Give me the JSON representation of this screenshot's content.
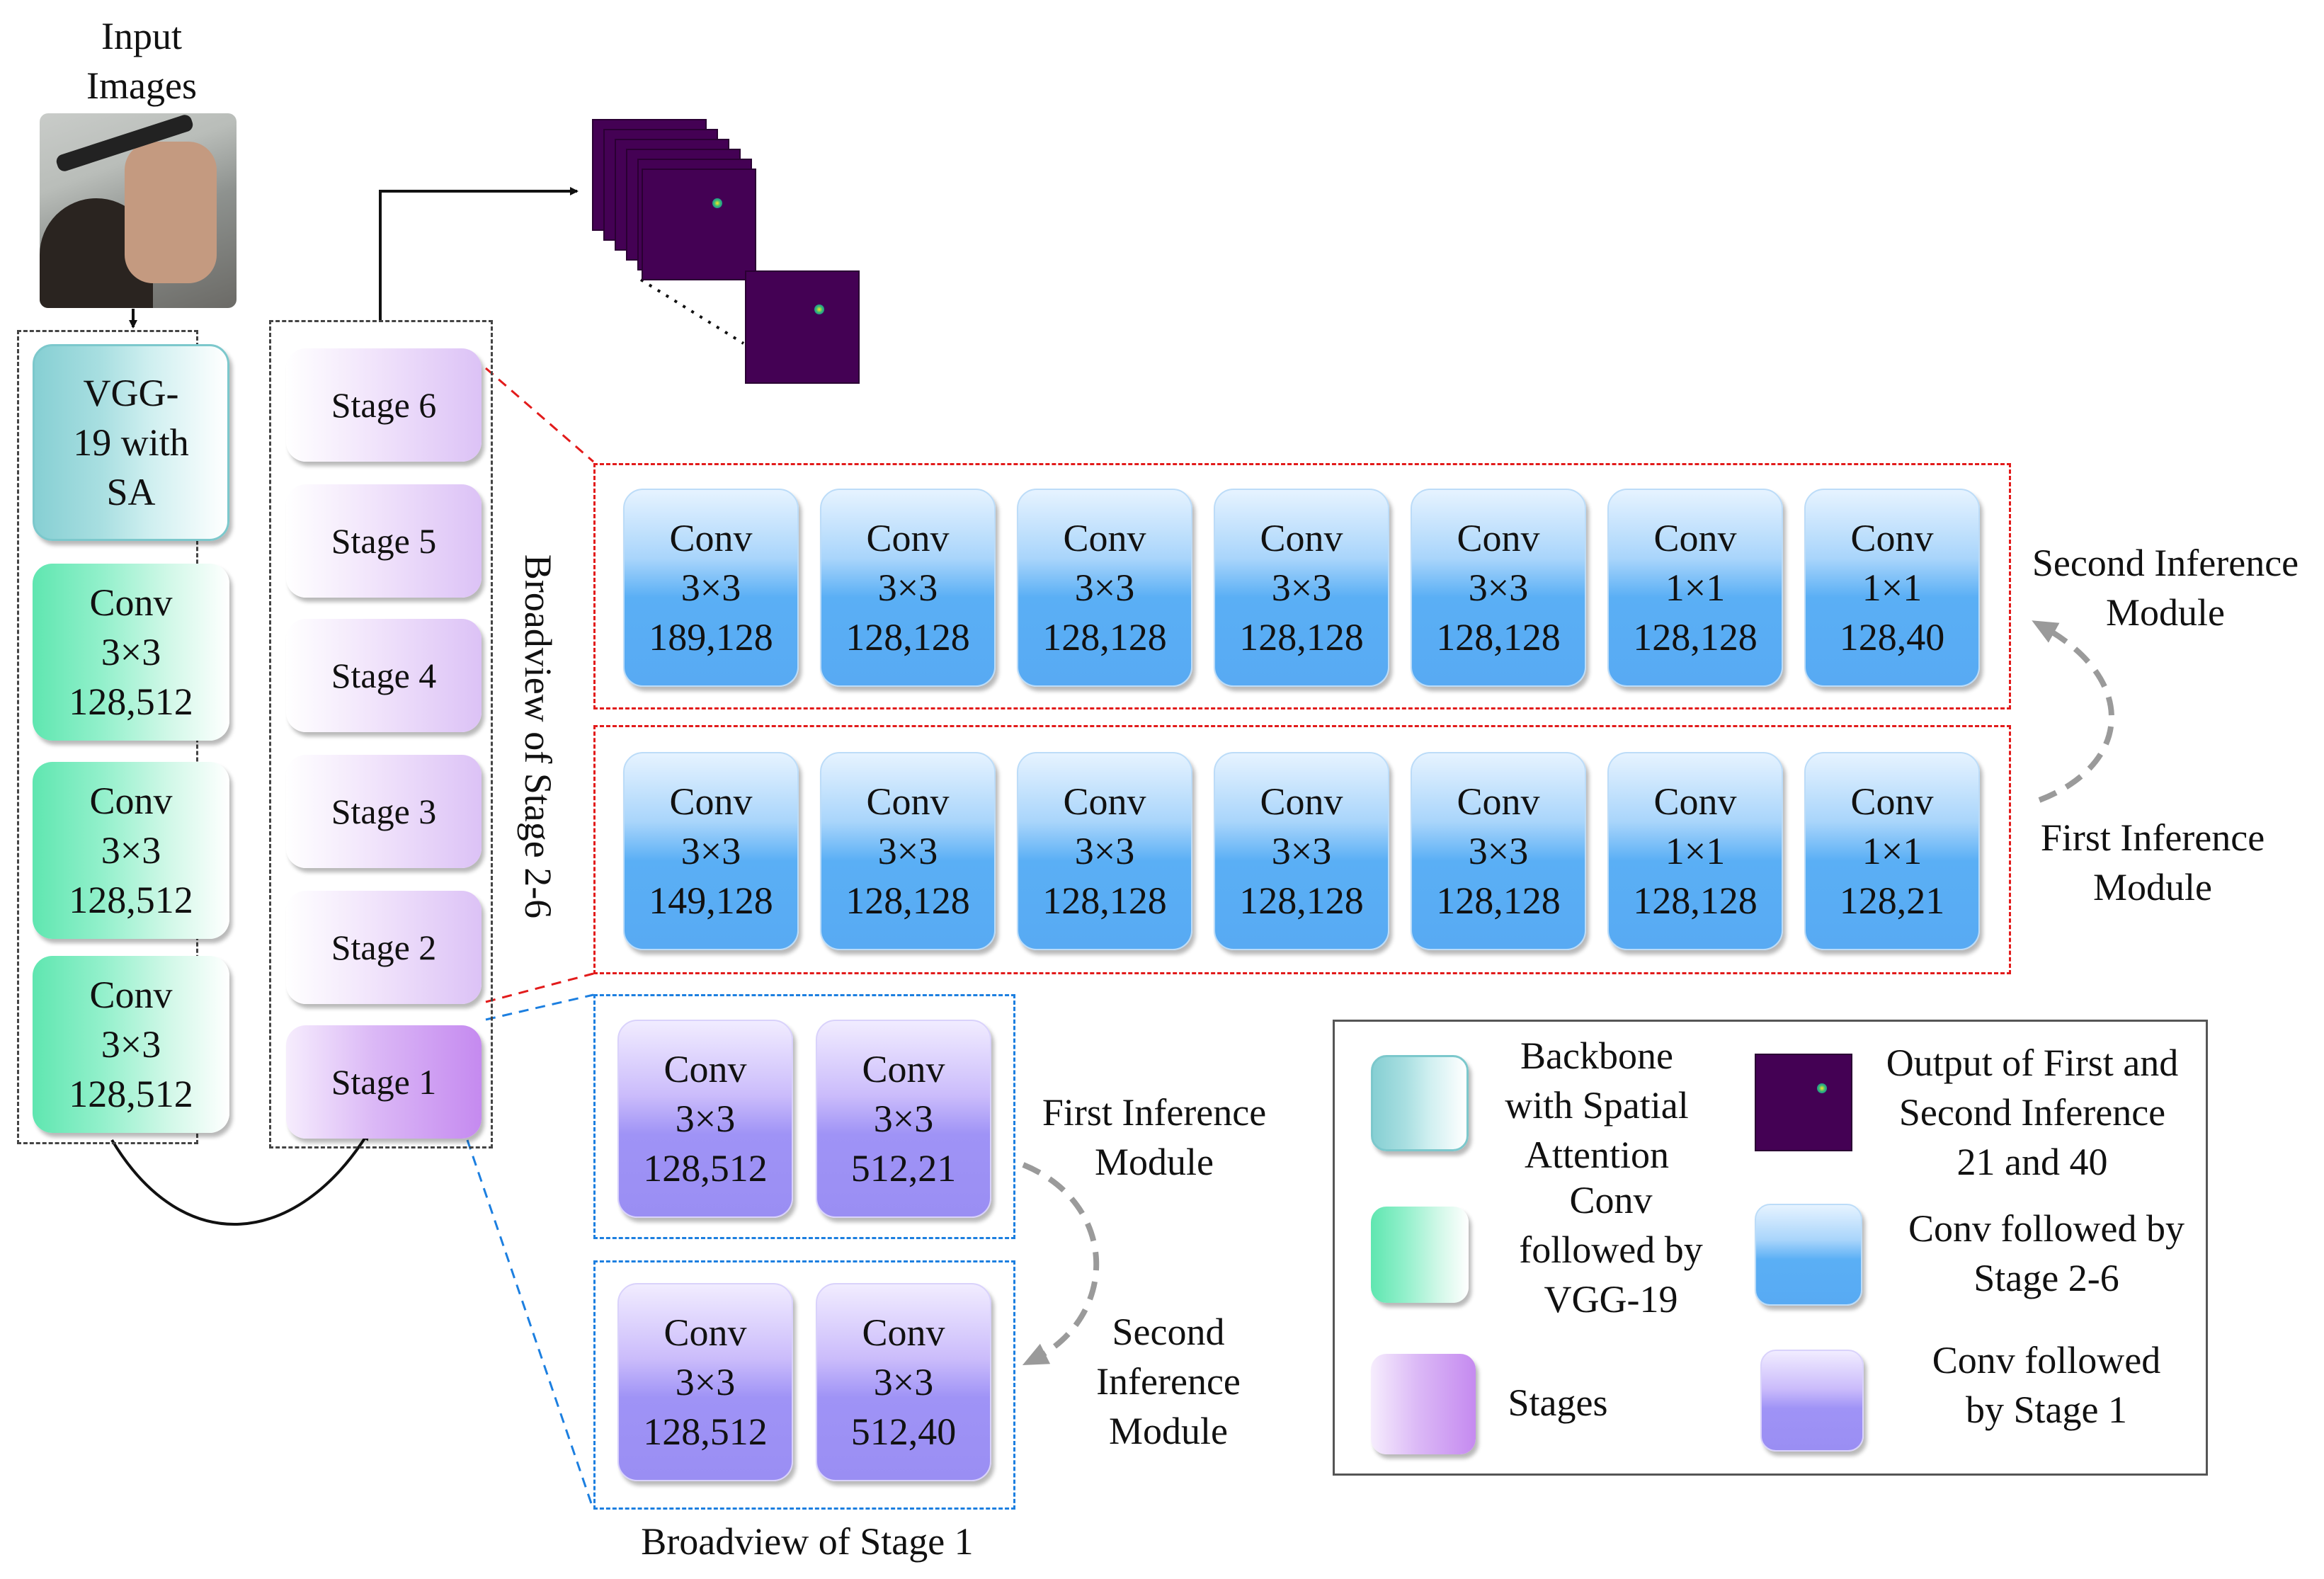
{
  "input_label": "Input\nImages",
  "backbone_blocks": [
    {
      "label": "VGG-\n19 with\nSA"
    },
    {
      "label": "Conv\n3×3\n128,512"
    },
    {
      "label": "Conv\n3×3\n128,512"
    },
    {
      "label": "Conv\n3×3\n128,512"
    }
  ],
  "stages": [
    "Stage 6",
    "Stage 5",
    "Stage 4",
    "Stage 3",
    "Stage 2",
    "Stage 1"
  ],
  "broadview_2_6_label": "Broadview of Stage 2-6",
  "broadview_1_label": "Broadview of Stage 1",
  "second_inference_row": [
    "Conv\n3×3\n189,128",
    "Conv\n3×3\n128,128",
    "Conv\n3×3\n128,128",
    "Conv\n3×3\n128,128",
    "Conv\n3×3\n128,128",
    "Conv\n1×1\n128,128",
    "Conv\n1×1\n128,40"
  ],
  "first_inference_row": [
    "Conv\n3×3\n149,128",
    "Conv\n3×3\n128,128",
    "Conv\n3×3\n128,128",
    "Conv\n3×3\n128,128",
    "Conv\n3×3\n128,128",
    "Conv\n1×1\n128,128",
    "Conv\n1×1\n128,21"
  ],
  "second_inference_label": "Second Inference\nModule",
  "first_inference_label": "First Inference\nModule",
  "stage1_first_row": [
    "Conv\n3×3\n128,512",
    "Conv\n3×3\n512,21"
  ],
  "stage1_second_row": [
    "Conv\n3×3\n128,512",
    "Conv\n3×3\n512,40"
  ],
  "stage1_first_label": "First Inference\nModule",
  "stage1_second_label": "Second\nInference\nModule",
  "legend": {
    "backbone": "Backbone\nwith Spatial\nAttention",
    "conv_vgg": "Conv\nfollowed by\nVGG-19",
    "stages": "Stages",
    "output": "Output of First and\nSecond Inference\n21 and 40",
    "conv_stage26": "Conv followed by\nStage 2-6",
    "conv_stage1": "Conv followed\nby Stage 1"
  },
  "colors": {
    "red_dash": "#e21b1b",
    "blue_dash": "#1c7fe0",
    "heatmap_bg": "#440154"
  }
}
